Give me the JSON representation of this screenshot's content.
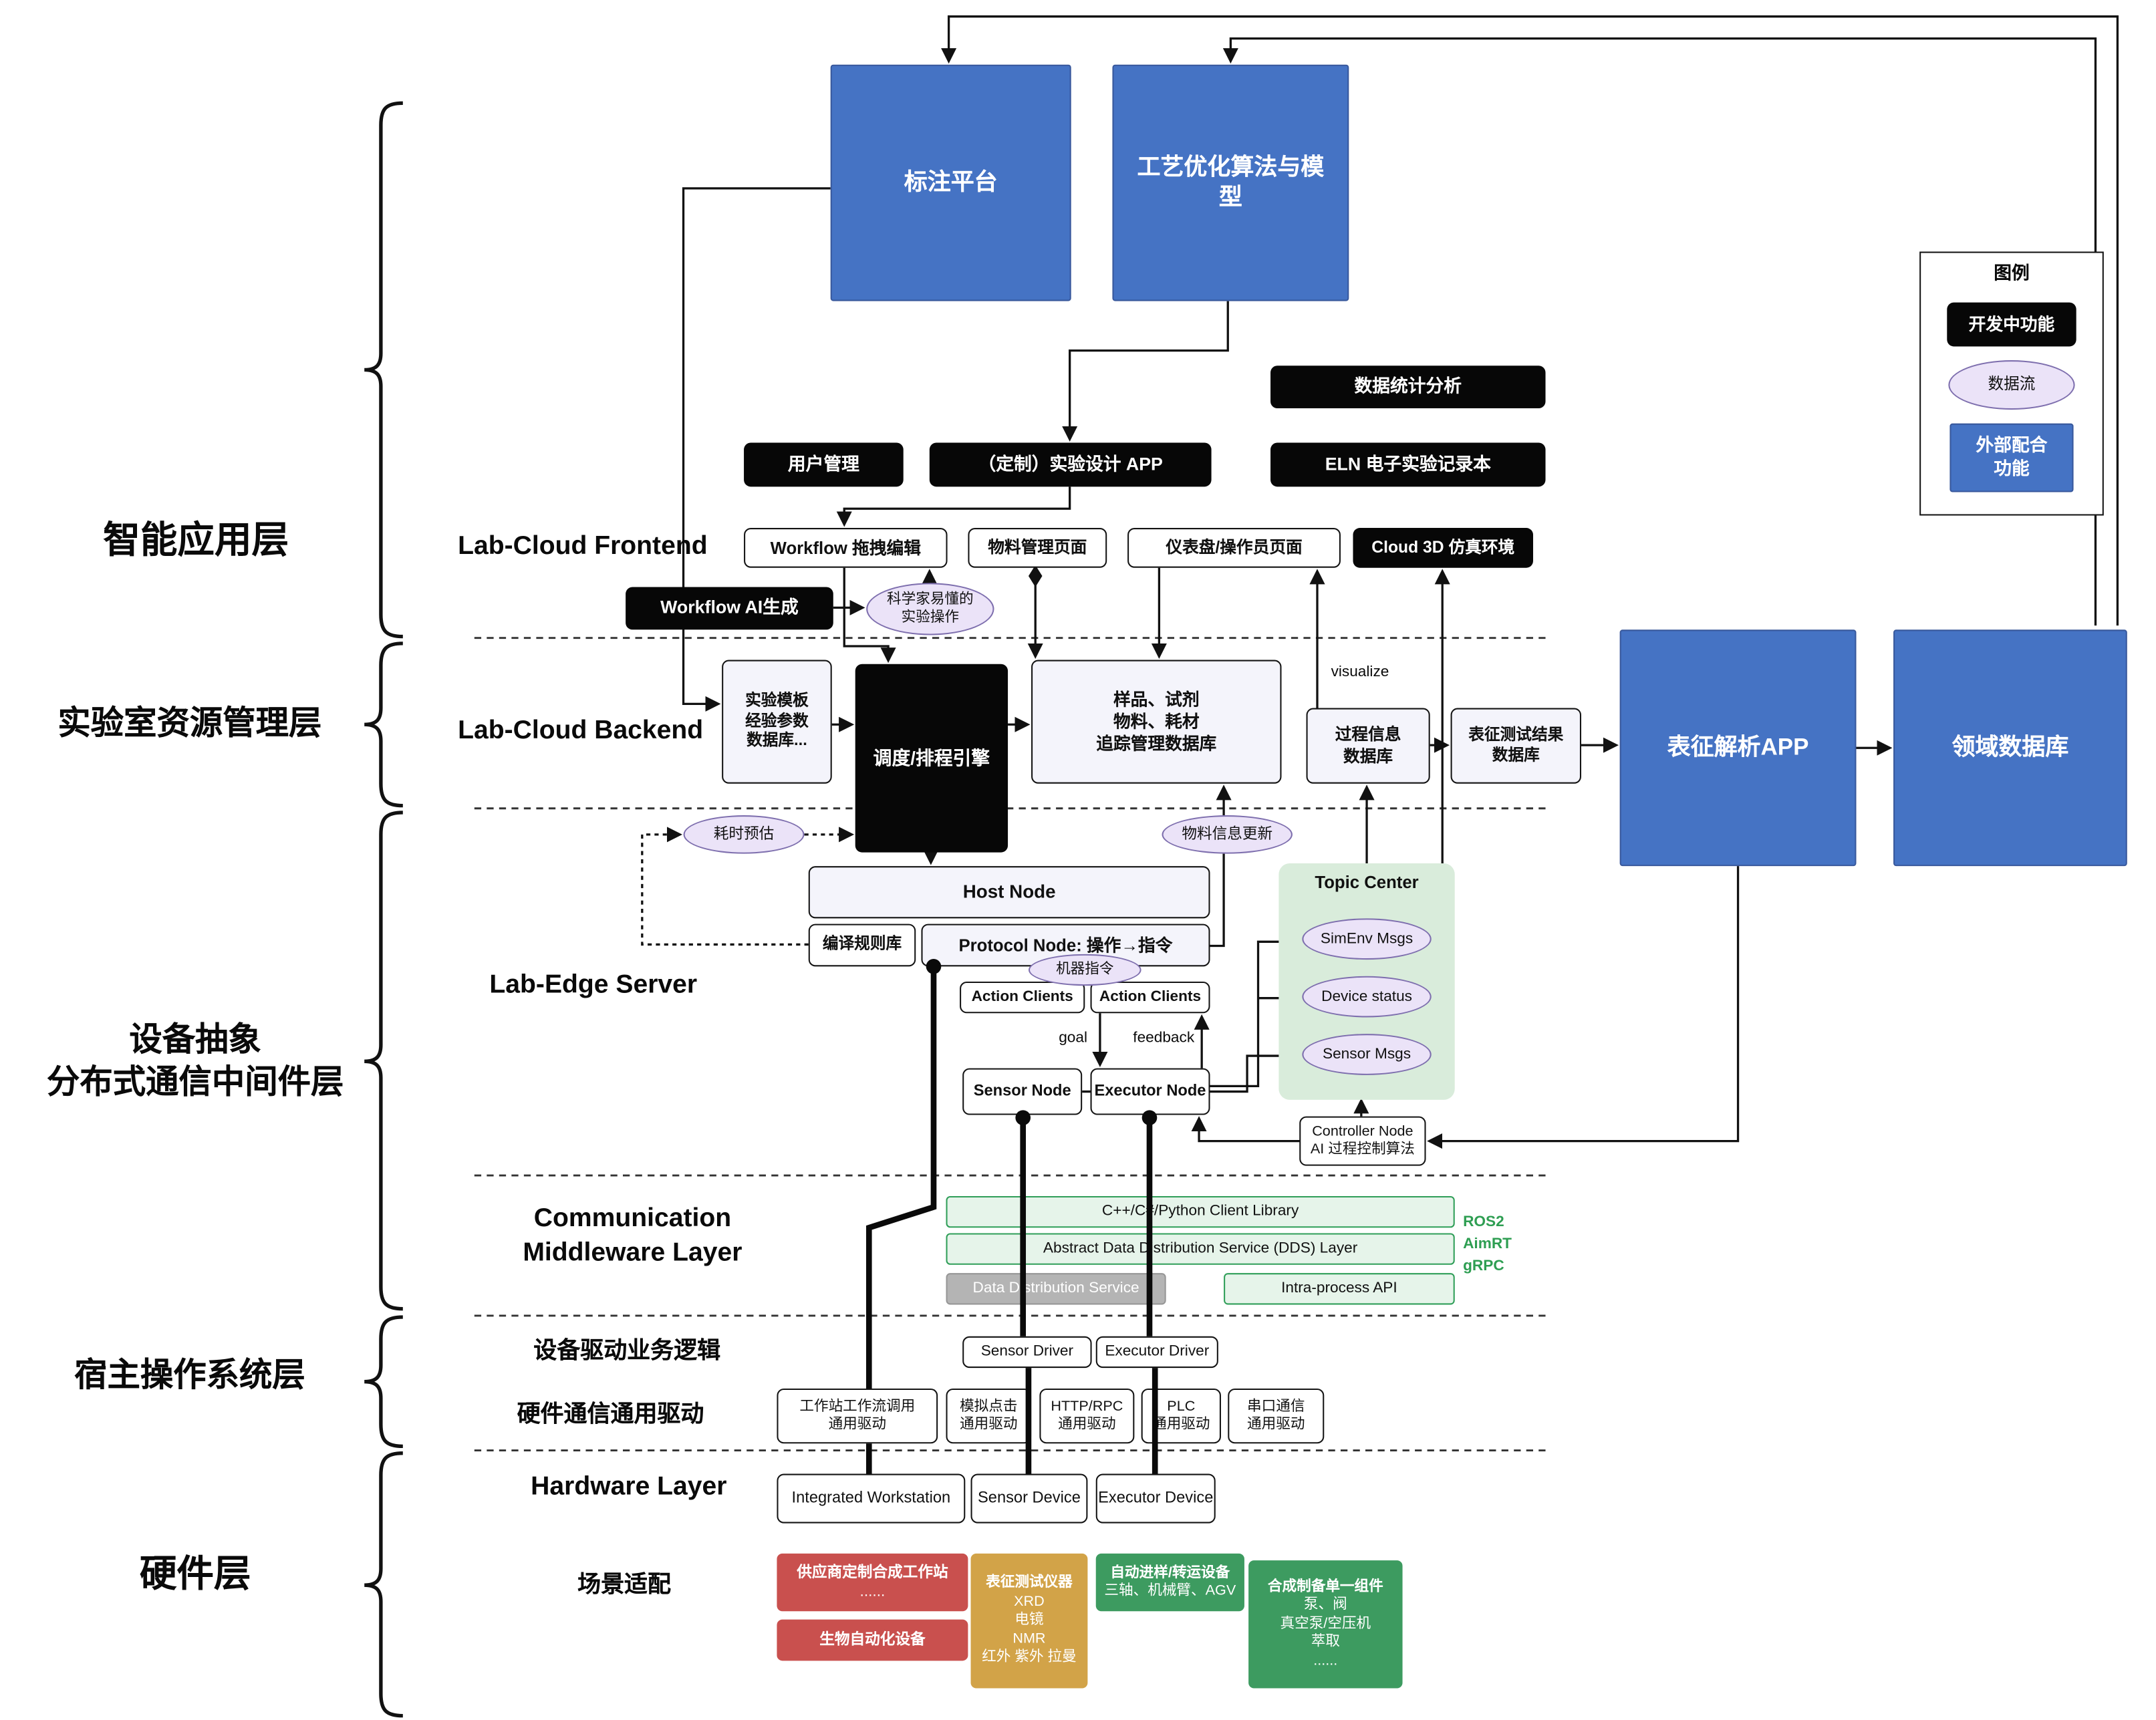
{
  "layer_labels": {
    "intelligent_app": "智能应用层",
    "lab_resource": "实验室资源管理层",
    "device_abstraction_1": "设备抽象",
    "device_abstraction_2": "分布式通信中间件层",
    "host_os": "宿主操作系统层",
    "hardware": "硬件层"
  },
  "section_labels": {
    "frontend": "Lab-Cloud Frontend",
    "backend": "Lab-Cloud Backend",
    "edge": "Lab-Edge Server",
    "comm_1": "Communication",
    "comm_2": "Middleware Layer",
    "driver_logic": "设备驱动业务逻辑",
    "hw_driver": "硬件通信通用驱动",
    "hardware": "Hardware Layer",
    "scenario": "场景适配"
  },
  "app_layer": {
    "annotation_platform": "标注平台",
    "process_optimization": "工艺优化算法与模型",
    "data_stats": "数据统计分析",
    "user_mgmt": "用户管理",
    "exp_design_app": "（定制）实验设计 APP",
    "eln": "ELN 电子实验记录本",
    "workflow_edit": "Workflow 拖拽编辑",
    "material_page": "物料管理页面",
    "dashboard_page": "仪表盘/操作员页面",
    "cloud_3d": "Cloud 3D 仿真环境",
    "workflow_ai": "Workflow AI生成",
    "sci_ops_1": "科学家易懂的",
    "sci_ops_2": "实验操作"
  },
  "backend_layer": {
    "template_db": [
      "实验模板",
      "经验参数",
      "数据库..."
    ],
    "scheduler": "调度/排程引擎",
    "sample_db": [
      "样品、试剂",
      "物料、耗材",
      "追踪管理数据库"
    ],
    "process_db": [
      "过程信息",
      "数据库"
    ],
    "charact_db": [
      "表征测试结果",
      "数据库"
    ],
    "visualize": "visualize",
    "charact_app": "表征解析APP",
    "domain_db": "领域数据库"
  },
  "edge_layer": {
    "time_estimate": "耗时预估",
    "material_update": "物料信息更新",
    "host_node": "Host Node",
    "rule_lib": "编译规则库",
    "protocol_node": "Protocol Node: 操作→指令",
    "machine_cmd": "机器指令",
    "action_clients_left": "Action Clients",
    "action_clients_right": "Action Clients",
    "topic_center": "Topic Center",
    "simenv_msgs": "SimEnv Msgs",
    "device_status": "Device status",
    "sensor_msgs": "Sensor Msgs",
    "goal": "goal",
    "feedback": "feedback",
    "sensor_node": "Sensor Node",
    "executor_node": "Executor Node",
    "controller_1": "Controller Node",
    "controller_2": "AI 过程控制算法"
  },
  "middleware_layer": {
    "client_lib": "C++/C#/Python Client Library",
    "dds_abstract": "Abstract Data Distribution Service (DDS) Layer",
    "dds_service": "Data Distribution Service",
    "intra_api": "Intra-process API",
    "tech": [
      "ROS2",
      "AimRT",
      "gRPC"
    ]
  },
  "os_layer": {
    "sensor_driver": "Sensor Driver",
    "executor_driver": "Executor Driver",
    "drv_workstation": [
      "工作站工作流调用",
      "通用驱动"
    ],
    "drv_click": [
      "模拟点击",
      "通用驱动"
    ],
    "drv_http": [
      "HTTP/RPC",
      "通用驱动"
    ],
    "drv_plc": [
      "PLC",
      "通用驱动"
    ],
    "drv_serial": [
      "串口通信",
      "通用驱动"
    ]
  },
  "hardware_layer": {
    "workstation": "Integrated Workstation",
    "sensor_device": "Sensor Device",
    "executor_device": "Executor Device",
    "vendor_ws": [
      "供应商定制合成工作站",
      "......"
    ],
    "bio": "生物自动化设备",
    "charact_title": "表征测试仪器",
    "charact_lines": [
      "XRD",
      "电镜",
      "NMR",
      "红外 紫外 拉曼"
    ],
    "transfer_title": "自动进样/转运设备",
    "transfer_line": "三轴、机械臂、AGV",
    "synth_title": "合成制备单一组件",
    "synth_lines": [
      "泵、阀",
      "真空泵/空压机",
      "萃取",
      "......"
    ]
  },
  "legend": {
    "title": "图例",
    "developing": "开发中功能",
    "dataflow": "数据流",
    "external_1": "外部配合",
    "external_2": "功能"
  },
  "colors": {
    "blue": "#4573c4",
    "black": "#070707",
    "red": "#c9504e",
    "gold": "#d2a348",
    "green": "#3d9b60",
    "light_green": "#e6f4ea",
    "purple_flow": "#ebe3f8"
  }
}
